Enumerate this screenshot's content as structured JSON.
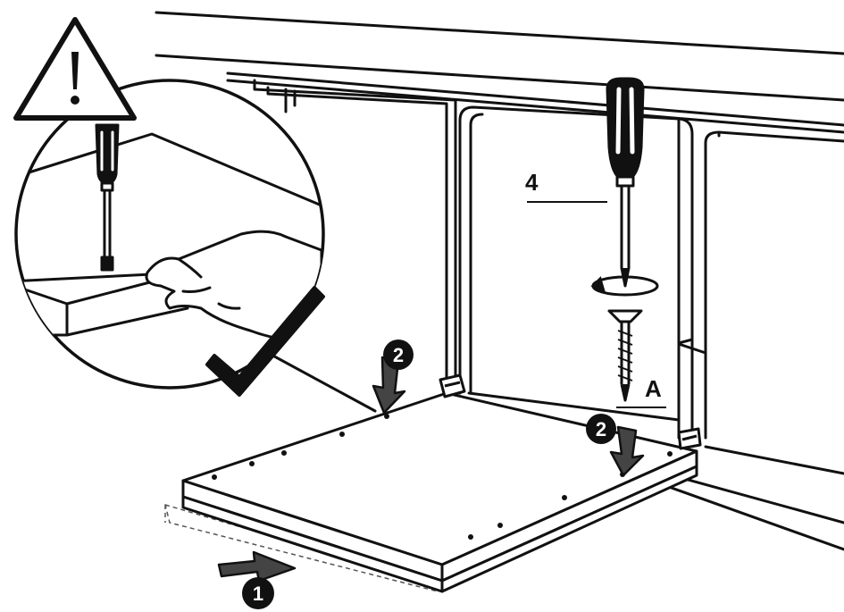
{
  "colors": {
    "ink": "#111111",
    "paper": "#ffffff",
    "board": "#ffffff",
    "dashed": "#555555",
    "arrow_fill": "#444444"
  },
  "labels": {
    "callout_4": "4",
    "callout_a": "A",
    "step_1": "1",
    "step_2": "2"
  },
  "icons": {
    "warning": "warning-triangle-icon",
    "check": "checkmark-icon",
    "screwdriver": "screwdriver-icon",
    "screw": "screw-icon",
    "rotate": "rotate-arrow-icon"
  }
}
